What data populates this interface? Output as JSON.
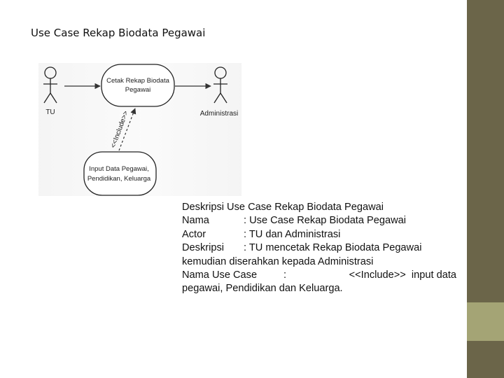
{
  "slide": {
    "title": "Use Case Rekap Biodata Pegawai"
  },
  "diagram": {
    "actors": [
      {
        "id": "tu",
        "label": "TU"
      },
      {
        "id": "administrasi",
        "label": "Administrasi"
      }
    ],
    "use_cases": [
      {
        "id": "cetak",
        "lines": [
          "Cetak Rekap Biodata",
          "Pegawai"
        ]
      },
      {
        "id": "input",
        "lines": [
          "Input Data Pegawai,",
          "Pendidikan, Keluarga"
        ]
      }
    ],
    "relations": [
      {
        "from": "tu",
        "to": "cetak",
        "type": "association"
      },
      {
        "from": "cetak",
        "to": "administrasi",
        "type": "association"
      },
      {
        "from": "input",
        "to": "cetak",
        "type": "include",
        "label": "<<Include>>"
      }
    ]
  },
  "description": {
    "heading": "Deskripsi Use Case Rekap Biodata Pegawai",
    "rows": [
      {
        "label": "Nama",
        "value": ": Use Case Rekap Biodata Pegawai"
      },
      {
        "label": "Actor",
        "value": ": TU dan Administrasi"
      },
      {
        "label": "Deskripsi",
        "value": ": TU mencetak Rekap Biodata Pegawai"
      }
    ],
    "continuation": "kemudian diserahkan kepada Administrasi",
    "usecase_label": "Nama Use Case",
    "usecase_colon": ":",
    "usecase_value": "<<Include>>  input data",
    "usecase_value_cont": "pegawai, Pendidikan dan Keluarga."
  },
  "colors": {
    "sidebar": "#6b6549",
    "sidebar_accent": "#a4a475"
  }
}
